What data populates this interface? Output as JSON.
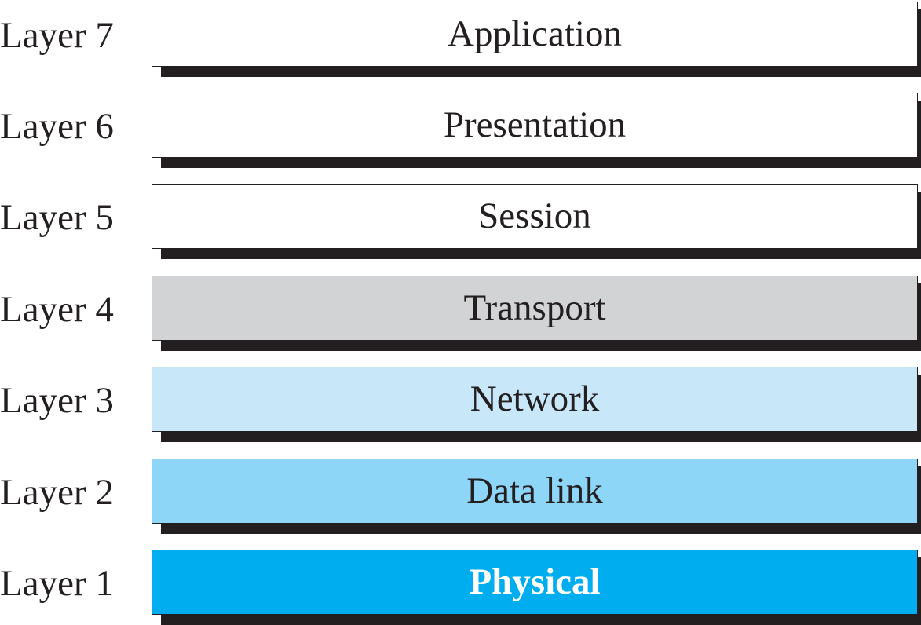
{
  "layers": [
    {
      "label": "Layer 7",
      "name": "Application",
      "fill": "#ffffff",
      "text_color": "#231f20"
    },
    {
      "label": "Layer 6",
      "name": "Presentation",
      "fill": "#ffffff",
      "text_color": "#231f20"
    },
    {
      "label": "Layer 5",
      "name": "Session",
      "fill": "#ffffff",
      "text_color": "#231f20"
    },
    {
      "label": "Layer 4",
      "name": "Transport",
      "fill": "#d1d3d4",
      "text_color": "#231f20"
    },
    {
      "label": "Layer 3",
      "name": "Network",
      "fill": "#c8e8fa",
      "text_color": "#231f20"
    },
    {
      "label": "Layer 2",
      "name": "Data link",
      "fill": "#8dd6f7",
      "text_color": "#231f20"
    },
    {
      "label": "Layer 1",
      "name": "Physical",
      "fill": "#00aeef",
      "text_color": "#ffffff"
    }
  ]
}
